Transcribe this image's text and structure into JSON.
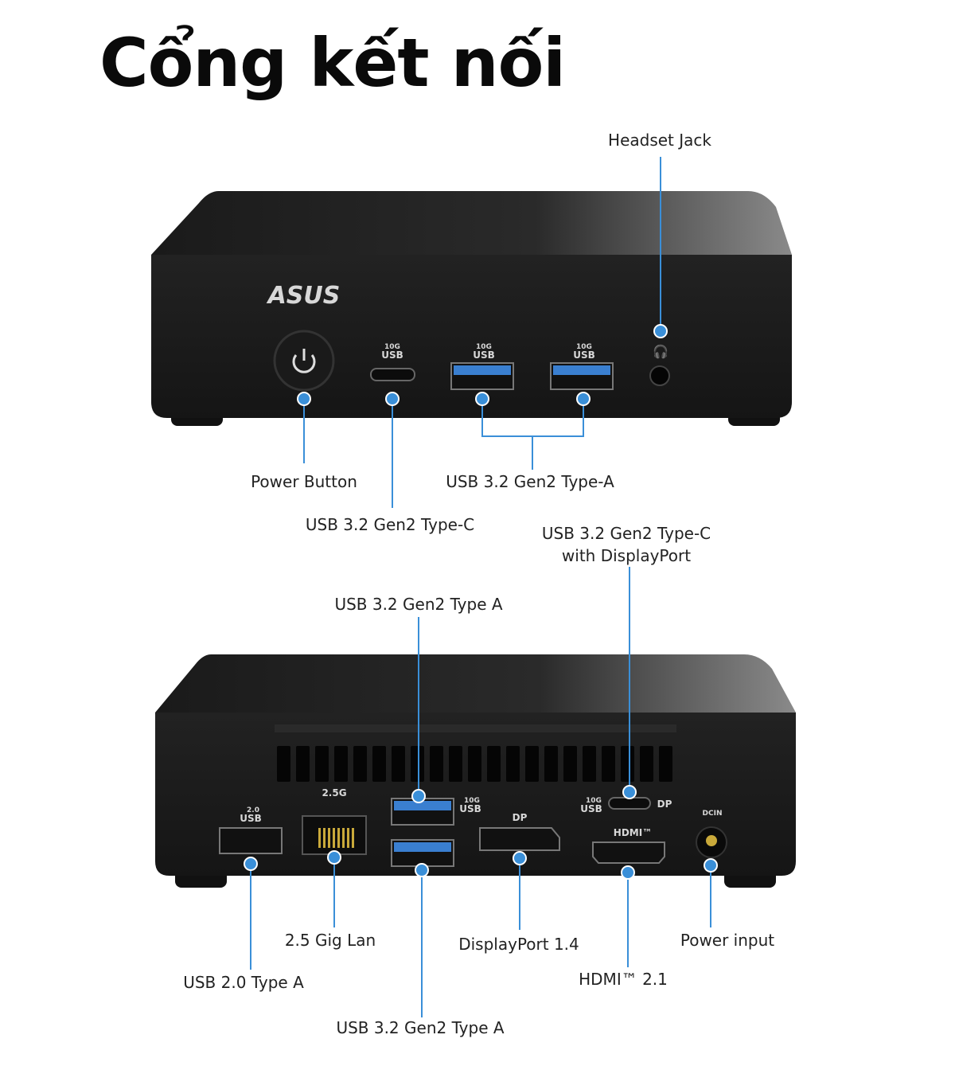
{
  "title": "Cổng kết nối",
  "front_view": {
    "labels": {
      "headset_jack": "Headset Jack",
      "power_button": "Power Button",
      "usb_type_a": "USB 3.2 Gen2 Type-A",
      "usb_type_c": "USB 3.2 Gen2 Type-C"
    },
    "device_text": {
      "brand": "ASUS",
      "usb_speed": "10G",
      "usb": "USB"
    }
  },
  "rear_view": {
    "labels": {
      "type_c_dp_line1": "USB 3.2 Gen2 Type-C",
      "type_c_dp_line2": "with DisplayPort",
      "usb_type_a_top": "USB 3.2 Gen2 Type A",
      "lan": "2.5 Gig Lan",
      "usb2": "USB 2.0 Type A",
      "usb_type_a_bottom": "USB 3.2 Gen2 Type A",
      "displayport": "DisplayPort 1.4",
      "hdmi": "HDMI™ 2.1",
      "power_input": "Power input"
    },
    "device_text": {
      "usb2_ver": "2.0",
      "usb": "USB",
      "lan": "2.5G",
      "usb_speed": "10G",
      "dp": "DP",
      "hdmi": "HDMI™",
      "dcin": "DCIN"
    }
  },
  "colors": {
    "accent": "#3a8fd8",
    "device": "#1c1c1e"
  }
}
